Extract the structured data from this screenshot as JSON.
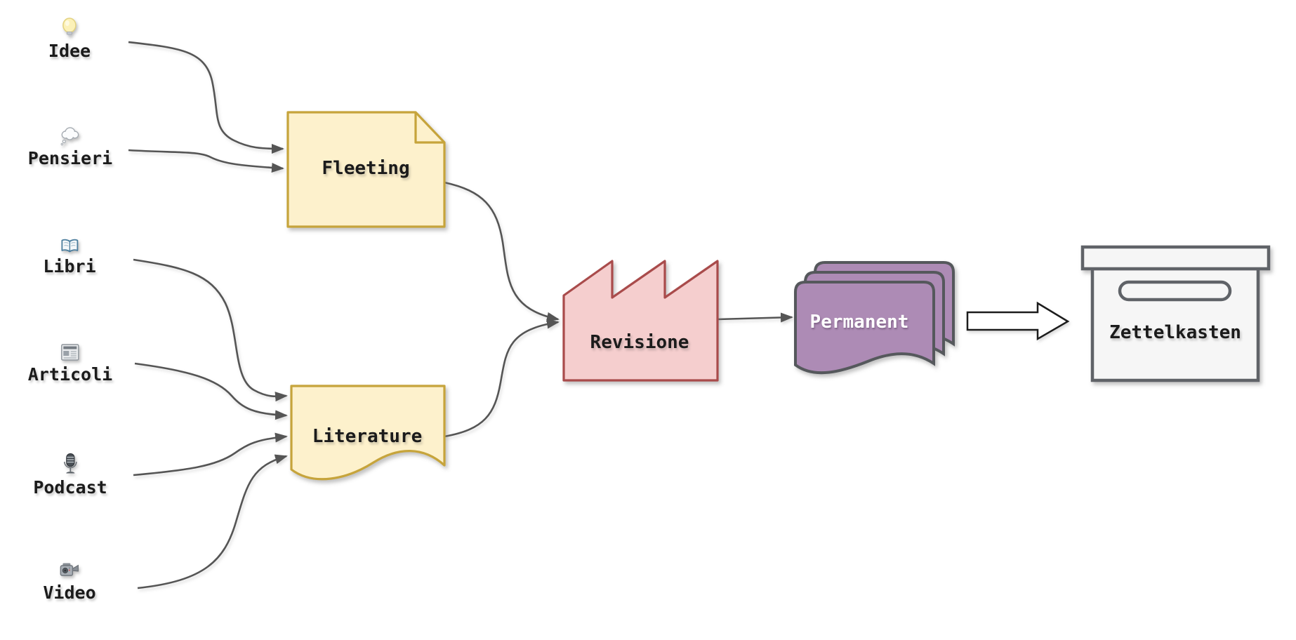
{
  "diagram": {
    "background": "#FFFFFF",
    "edge_color": "#545454",
    "sources": [
      {
        "label": "Idee",
        "icon": "lightbulb-icon"
      },
      {
        "label": "Pensieri",
        "icon": "thought-balloon-icon"
      },
      {
        "label": "Libri",
        "icon": "open-book-icon"
      },
      {
        "label": "Articoli",
        "icon": "newspaper-icon"
      },
      {
        "label": "Podcast",
        "icon": "studio-microphone-icon"
      },
      {
        "label": "Video",
        "icon": "video-camera-icon"
      }
    ],
    "nodes": [
      {
        "label": "Fleeting",
        "shape": "card",
        "fill": "#FDF1CC",
        "stroke": "#C6A43B",
        "text_color": "#1B1B1B"
      },
      {
        "label": "Literature",
        "shape": "document",
        "fill": "#FDF1CC",
        "stroke": "#C6A43B",
        "text_color": "#1B1B1B"
      },
      {
        "label": "Revisione",
        "shape": "factory",
        "fill": "#F5CECE",
        "stroke": "#A94C4C",
        "text_color": "#1B1B1B"
      },
      {
        "label": "Permanent",
        "shape": "stacked-documents",
        "fill": "#AD8BB5",
        "stroke": "#55595C",
        "text_color": "#FFFFFF"
      },
      {
        "label": "Zettelkasten",
        "shape": "archive-box",
        "fill": "#F6F6F6",
        "stroke": "#606368",
        "text_color": "#1B1B1B"
      }
    ],
    "block_arrow": {
      "fill": "#FFFFFF",
      "stroke": "#1A1A1A"
    },
    "edges": [
      {
        "from": "Idee",
        "to": "Fleeting"
      },
      {
        "from": "Pensieri",
        "to": "Fleeting"
      },
      {
        "from": "Fleeting",
        "to": "Revisione"
      },
      {
        "from": "Libri",
        "to": "Literature"
      },
      {
        "from": "Articoli",
        "to": "Literature"
      },
      {
        "from": "Podcast",
        "to": "Literature"
      },
      {
        "from": "Video",
        "to": "Literature"
      },
      {
        "from": "Literature",
        "to": "Revisione"
      },
      {
        "from": "Revisione",
        "to": "Permanent"
      },
      {
        "from": "Permanent",
        "to": "Zettelkasten",
        "connector": "block-arrow"
      }
    ]
  }
}
